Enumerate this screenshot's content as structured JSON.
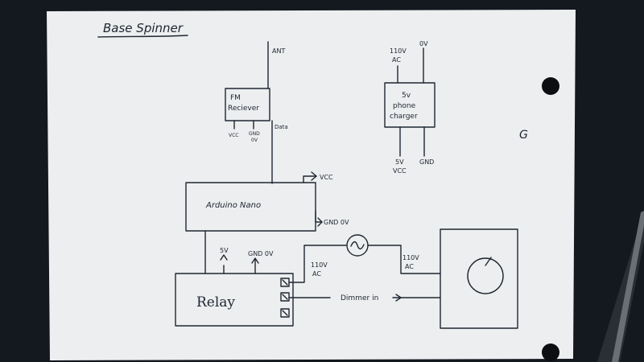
{
  "title": "Base Spinner",
  "ant_label": "ANT",
  "fm_receiver": {
    "line1": "FM",
    "line2": "Reciever",
    "vcc": "VCC",
    "gnd": "GND",
    "gnd_v": "0V",
    "data": "Data"
  },
  "charger": {
    "in_left_top": "110V",
    "in_left_bottom": "AC",
    "in_right": "0V",
    "line1": "5v",
    "line2": "phone",
    "line3": "charger",
    "out_left_top": "5V",
    "out_left_bottom": "VCC",
    "out_right": "GND"
  },
  "arduino": {
    "label": "Arduino Nano",
    "vcc": "VCC",
    "gnd": "GND 0V"
  },
  "relay": {
    "label": "Relay",
    "in_5v": "5V",
    "in_gnd": "GND 0V",
    "ac_left_top": "110V",
    "ac_left_bottom": "AC"
  },
  "ac_right_top": "110V",
  "ac_right_bottom": "AC",
  "dimmer_label": "Dimmer in",
  "scribble": "G",
  "colors": {
    "paper": "#eceef0",
    "ink": "#1f2630",
    "background": "#14181f"
  }
}
